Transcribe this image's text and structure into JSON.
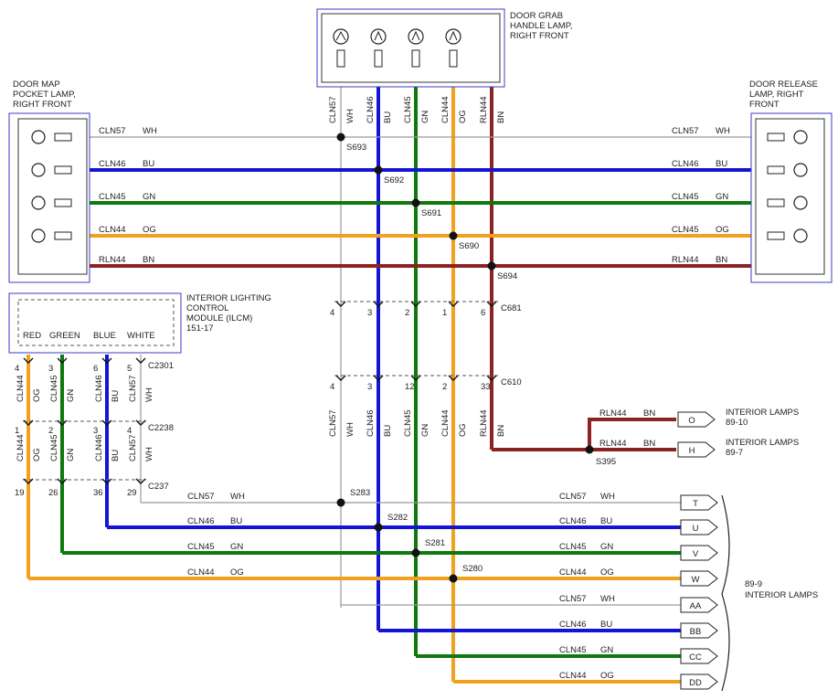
{
  "colors": {
    "WH": "#c8c8c8",
    "BU": "#1414d2",
    "GN": "#0e7a0e",
    "OG": "#f0a21e",
    "BN": "#8b2323",
    "frame": "#3b3bc8",
    "ink": "#222222"
  },
  "components": {
    "grab": {
      "title_1": "DOOR GRAB",
      "title_2": "HANDLE LAMP,",
      "title_3": "RIGHT FRONT"
    },
    "map": {
      "title_1": "DOOR MAP",
      "title_2": "POCKET LAMP,",
      "title_3": "RIGHT FRONT"
    },
    "release": {
      "title_1": "DOOR RELEASE",
      "title_2": "LAMP, RIGHT",
      "title_3": "FRONT"
    },
    "ilcm": {
      "title_1": "INTERIOR LIGHTING",
      "title_2": "CONTROL",
      "title_3": "MODULE (ILCM)",
      "title_4": "151-17",
      "pins": [
        "RED",
        "GREEN",
        "BLUE",
        "WHITE"
      ]
    }
  },
  "vertical_wires": [
    {
      "circuit": "CLN57",
      "color": "WH"
    },
    {
      "circuit": "CLN46",
      "color": "BU"
    },
    {
      "circuit": "CLN45",
      "color": "GN"
    },
    {
      "circuit": "CLN44",
      "color": "OG"
    },
    {
      "circuit": "RLN44",
      "color": "BN"
    }
  ],
  "left_wires": [
    {
      "circuit": "CLN57",
      "color": "WH"
    },
    {
      "circuit": "CLN46",
      "color": "BU"
    },
    {
      "circuit": "CLN45",
      "color": "GN"
    },
    {
      "circuit": "CLN44",
      "color": "OG"
    },
    {
      "circuit": "RLN44",
      "color": "BN"
    }
  ],
  "right_wires": [
    {
      "circuit": "CLN57",
      "color": "WH"
    },
    {
      "circuit": "CLN46",
      "color": "BU"
    },
    {
      "circuit": "CLN45",
      "color": "GN"
    },
    {
      "circuit": "CLN45",
      "color": "OG"
    },
    {
      "circuit": "RLN44",
      "color": "BN"
    }
  ],
  "splices_top": [
    "S693",
    "S692",
    "S691",
    "S690",
    "S694"
  ],
  "connectors": {
    "c681": {
      "name": "C681",
      "pins": [
        "4",
        "3",
        "2",
        "1",
        "6"
      ]
    },
    "c610": {
      "name": "C610",
      "pins": [
        "4",
        "3",
        "12",
        "2",
        "33"
      ]
    },
    "c2301": {
      "name": "C2301",
      "pins": [
        "4",
        "3",
        "6",
        "5"
      ]
    },
    "c2238": {
      "name": "C2238",
      "pins": [
        "1",
        "2",
        "3",
        "4"
      ]
    },
    "c237": {
      "name": "C237",
      "pins": [
        "19",
        "26",
        "36",
        "29"
      ]
    }
  },
  "ilcm_wires": [
    {
      "circuit": "CLN44",
      "color": "OG"
    },
    {
      "circuit": "CLN45",
      "color": "GN"
    },
    {
      "circuit": "CLN46",
      "color": "BU"
    },
    {
      "circuit": "CLN57",
      "color": "WH"
    }
  ],
  "middle_wires": [
    {
      "circuit": "CLN57",
      "color": "WH"
    },
    {
      "circuit": "CLN46",
      "color": "BU"
    },
    {
      "circuit": "CLN45",
      "color": "GN"
    },
    {
      "circuit": "CLN44",
      "color": "OG"
    },
    {
      "circuit": "RLN44",
      "color": "BN"
    }
  ],
  "rln_branch": {
    "splice": "S395",
    "rows": [
      {
        "circuit": "RLN44",
        "color": "BN",
        "pin": "O",
        "dest_1": "INTERIOR LAMPS",
        "dest_2": "89-10"
      },
      {
        "circuit": "RLN44",
        "color": "BN",
        "pin": "H",
        "dest_1": "INTERIOR LAMPS",
        "dest_2": "89-7"
      }
    ]
  },
  "bottom_splices": [
    "S283",
    "S282",
    "S281",
    "S280"
  ],
  "bottom_left_labels": [
    {
      "circuit": "CLN57",
      "color": "WH"
    },
    {
      "circuit": "CLN46",
      "color": "BU"
    },
    {
      "circuit": "CLN45",
      "color": "GN"
    },
    {
      "circuit": "CLN44",
      "color": "OG"
    }
  ],
  "bottom_outputs": [
    {
      "circuit": "CLN57",
      "color": "WH",
      "pin": "T"
    },
    {
      "circuit": "CLN46",
      "color": "BU",
      "pin": "U"
    },
    {
      "circuit": "CLN45",
      "color": "GN",
      "pin": "V"
    },
    {
      "circuit": "CLN44",
      "color": "OG",
      "pin": "W"
    },
    {
      "circuit": "CLN57",
      "color": "WH",
      "pin": "AA"
    },
    {
      "circuit": "CLN46",
      "color": "BU",
      "pin": "BB"
    },
    {
      "circuit": "CLN45",
      "color": "GN",
      "pin": "CC"
    },
    {
      "circuit": "CLN44",
      "color": "OG",
      "pin": "DD"
    }
  ],
  "bottom_dest": {
    "ref": "89-9",
    "name": "INTERIOR LAMPS"
  }
}
